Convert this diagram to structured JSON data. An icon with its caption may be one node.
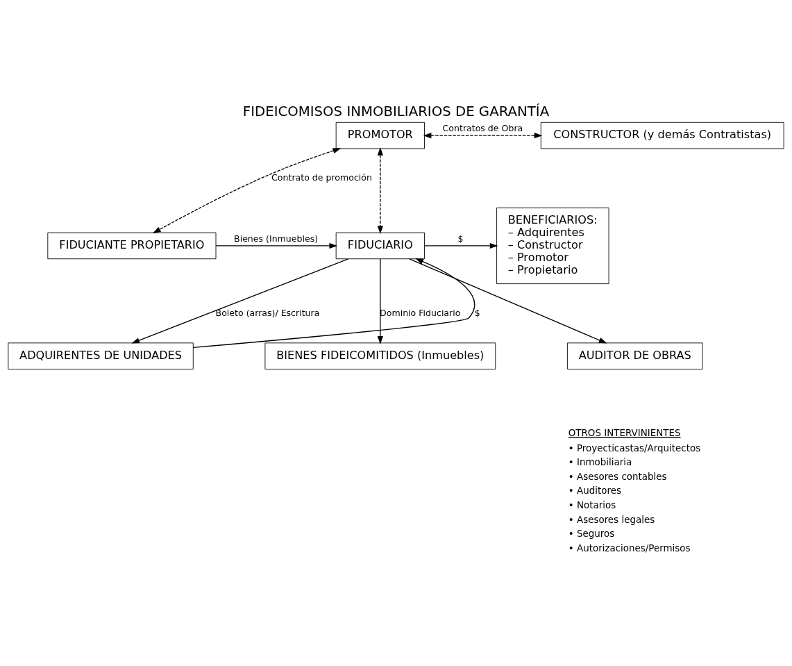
{
  "diagram": {
    "title": "FIDEICOMISOS INMOBILIARIOS DE GARANTÍA",
    "nodes": [
      {
        "text": [
          "PROMOTOR"
        ]
      },
      {
        "text": [
          "CONSTRUCTOR (y demás Contratistas)"
        ]
      },
      {
        "text": [
          "FIDUCIANTE PROPIETARIO"
        ]
      },
      {
        "text": [
          "FIDUCIARIO"
        ]
      },
      {
        "text": [
          "BENEFICIARIOS:",
          "– Adquirentes",
          "– Constructor",
          "– Promotor",
          "– Propietario"
        ]
      },
      {
        "text": [
          "ADQUIRENTES DE UNIDADES"
        ]
      },
      {
        "text": [
          "BIENES FIDEICOMITIDOS (Inmuebles)"
        ]
      },
      {
        "text": [
          "AUDITOR DE OBRAS"
        ]
      }
    ],
    "edges": [
      {
        "from": 0,
        "to": 1,
        "arrow": "both",
        "style": "dashed",
        "label": "Contratos de Obra"
      },
      {
        "from": 0,
        "to": 2,
        "arrow": "both",
        "style": "dashed",
        "label": "Contrato de promoción"
      },
      {
        "from": 0,
        "to": 3,
        "arrow": "both",
        "style": "dashed"
      },
      {
        "from": 2,
        "to": 3,
        "arrow": "to",
        "label": "Bienes (Inmuebles)"
      },
      {
        "from": 5,
        "to": 3,
        "arrow": "to",
        "label": "$"
      },
      {
        "from": 3,
        "to": 5,
        "arrow": "to",
        "label": "Boleto (arras)/ Escritura"
      },
      {
        "from": 3,
        "to": 6,
        "arrow": "to",
        "label": "Dominio Fiduciario"
      },
      {
        "from": 3,
        "to": 4,
        "arrow": "to",
        "label": "$"
      },
      {
        "from": 3,
        "to": 7,
        "arrow": "to"
      }
    ],
    "labels": [
      "OTROS INTERVINIENTES",
      "• Proyecticastas/Arquitectos",
      "• Inmobiliaria",
      "• Asesores contables",
      "• Auditores",
      "• Notarios",
      "• Asesores legales",
      "• Seguros",
      "• Autorizaciones/Permisos"
    ]
  }
}
